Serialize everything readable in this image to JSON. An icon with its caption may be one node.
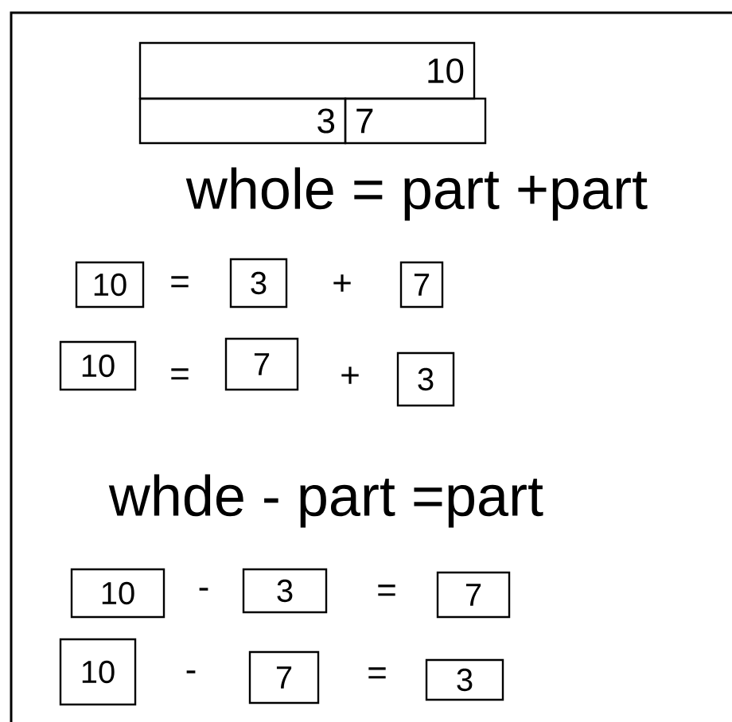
{
  "diagram": {
    "nodes": [
      {
        "text": [
          "10"
        ]
      },
      {
        "text": [
          "3"
        ]
      },
      {
        "text": [
          "7"
        ]
      },
      {
        "text": [
          "10"
        ]
      },
      {
        "text": [
          "3"
        ]
      },
      {
        "text": [
          "7"
        ]
      },
      {
        "text": [
          "10"
        ]
      },
      {
        "text": [
          "7"
        ]
      },
      {
        "text": [
          "3"
        ]
      },
      {
        "text": [
          "10"
        ]
      },
      {
        "text": [
          "3"
        ]
      },
      {
        "text": [
          "7"
        ]
      },
      {
        "text": [
          "10"
        ]
      },
      {
        "text": [
          "7"
        ]
      },
      {
        "text": [
          "3"
        ]
      }
    ],
    "labels": [
      "whole = part +part",
      "=",
      "+",
      "=",
      "+",
      "whde - part =part",
      "-",
      "=",
      "-",
      "="
    ]
  }
}
